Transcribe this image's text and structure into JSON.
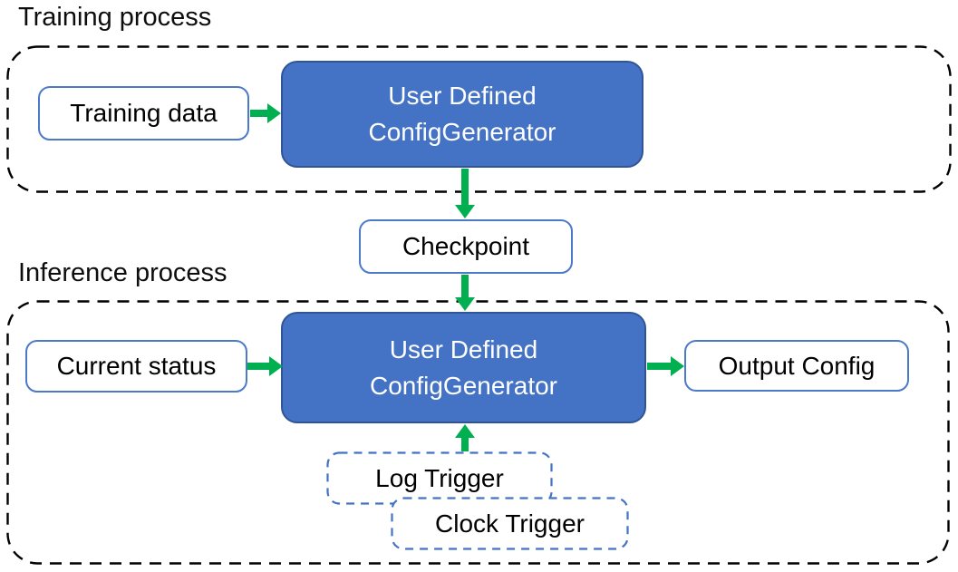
{
  "sections": {
    "training": {
      "label": "Training process"
    },
    "inference": {
      "label": "Inference process"
    }
  },
  "nodes": {
    "training_data": "Training data",
    "generator_line1": "User Defined",
    "generator_line2": "ConfigGenerator",
    "checkpoint": "Checkpoint",
    "current_status": "Current status",
    "output_config": "Output Config",
    "log_trigger": "Log Trigger",
    "clock_trigger": "Clock Trigger"
  },
  "colors": {
    "node_fill_blue": "#4472C4",
    "node_border_dark_blue": "#2F5597",
    "white_node_outline_blue": "#4D79C9",
    "trigger_dash_blue": "#4472C4",
    "arrow_green": "#00B050",
    "container_dash_black": "#000000",
    "text_dark": "#000000",
    "text_on_blue": "#FFFFFF"
  }
}
